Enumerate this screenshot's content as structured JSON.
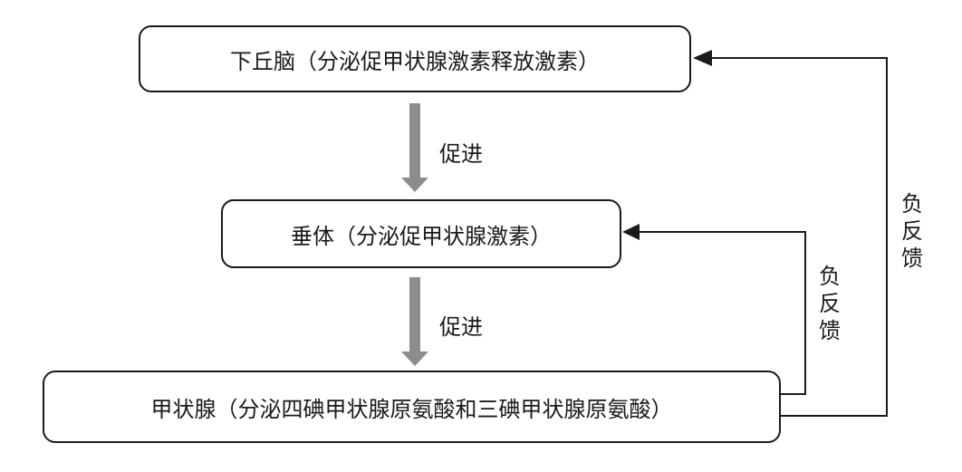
{
  "nodes": {
    "hypothalamus": "下丘脑（分泌促甲状腺激素释放激素）",
    "pituitary": "垂体（分泌促甲状腺激素）",
    "thyroid": "甲状腺（分泌四碘甲状腺原氨酸和三碘甲状腺原氨酸）"
  },
  "edges": {
    "promote_1": "促进",
    "promote_2": "促进",
    "negative_feedback_1": "负反馈",
    "negative_feedback_2": "负反馈"
  },
  "colors": {
    "line": "#1a1a1a",
    "promote_arrow": "#8c8c8c"
  }
}
